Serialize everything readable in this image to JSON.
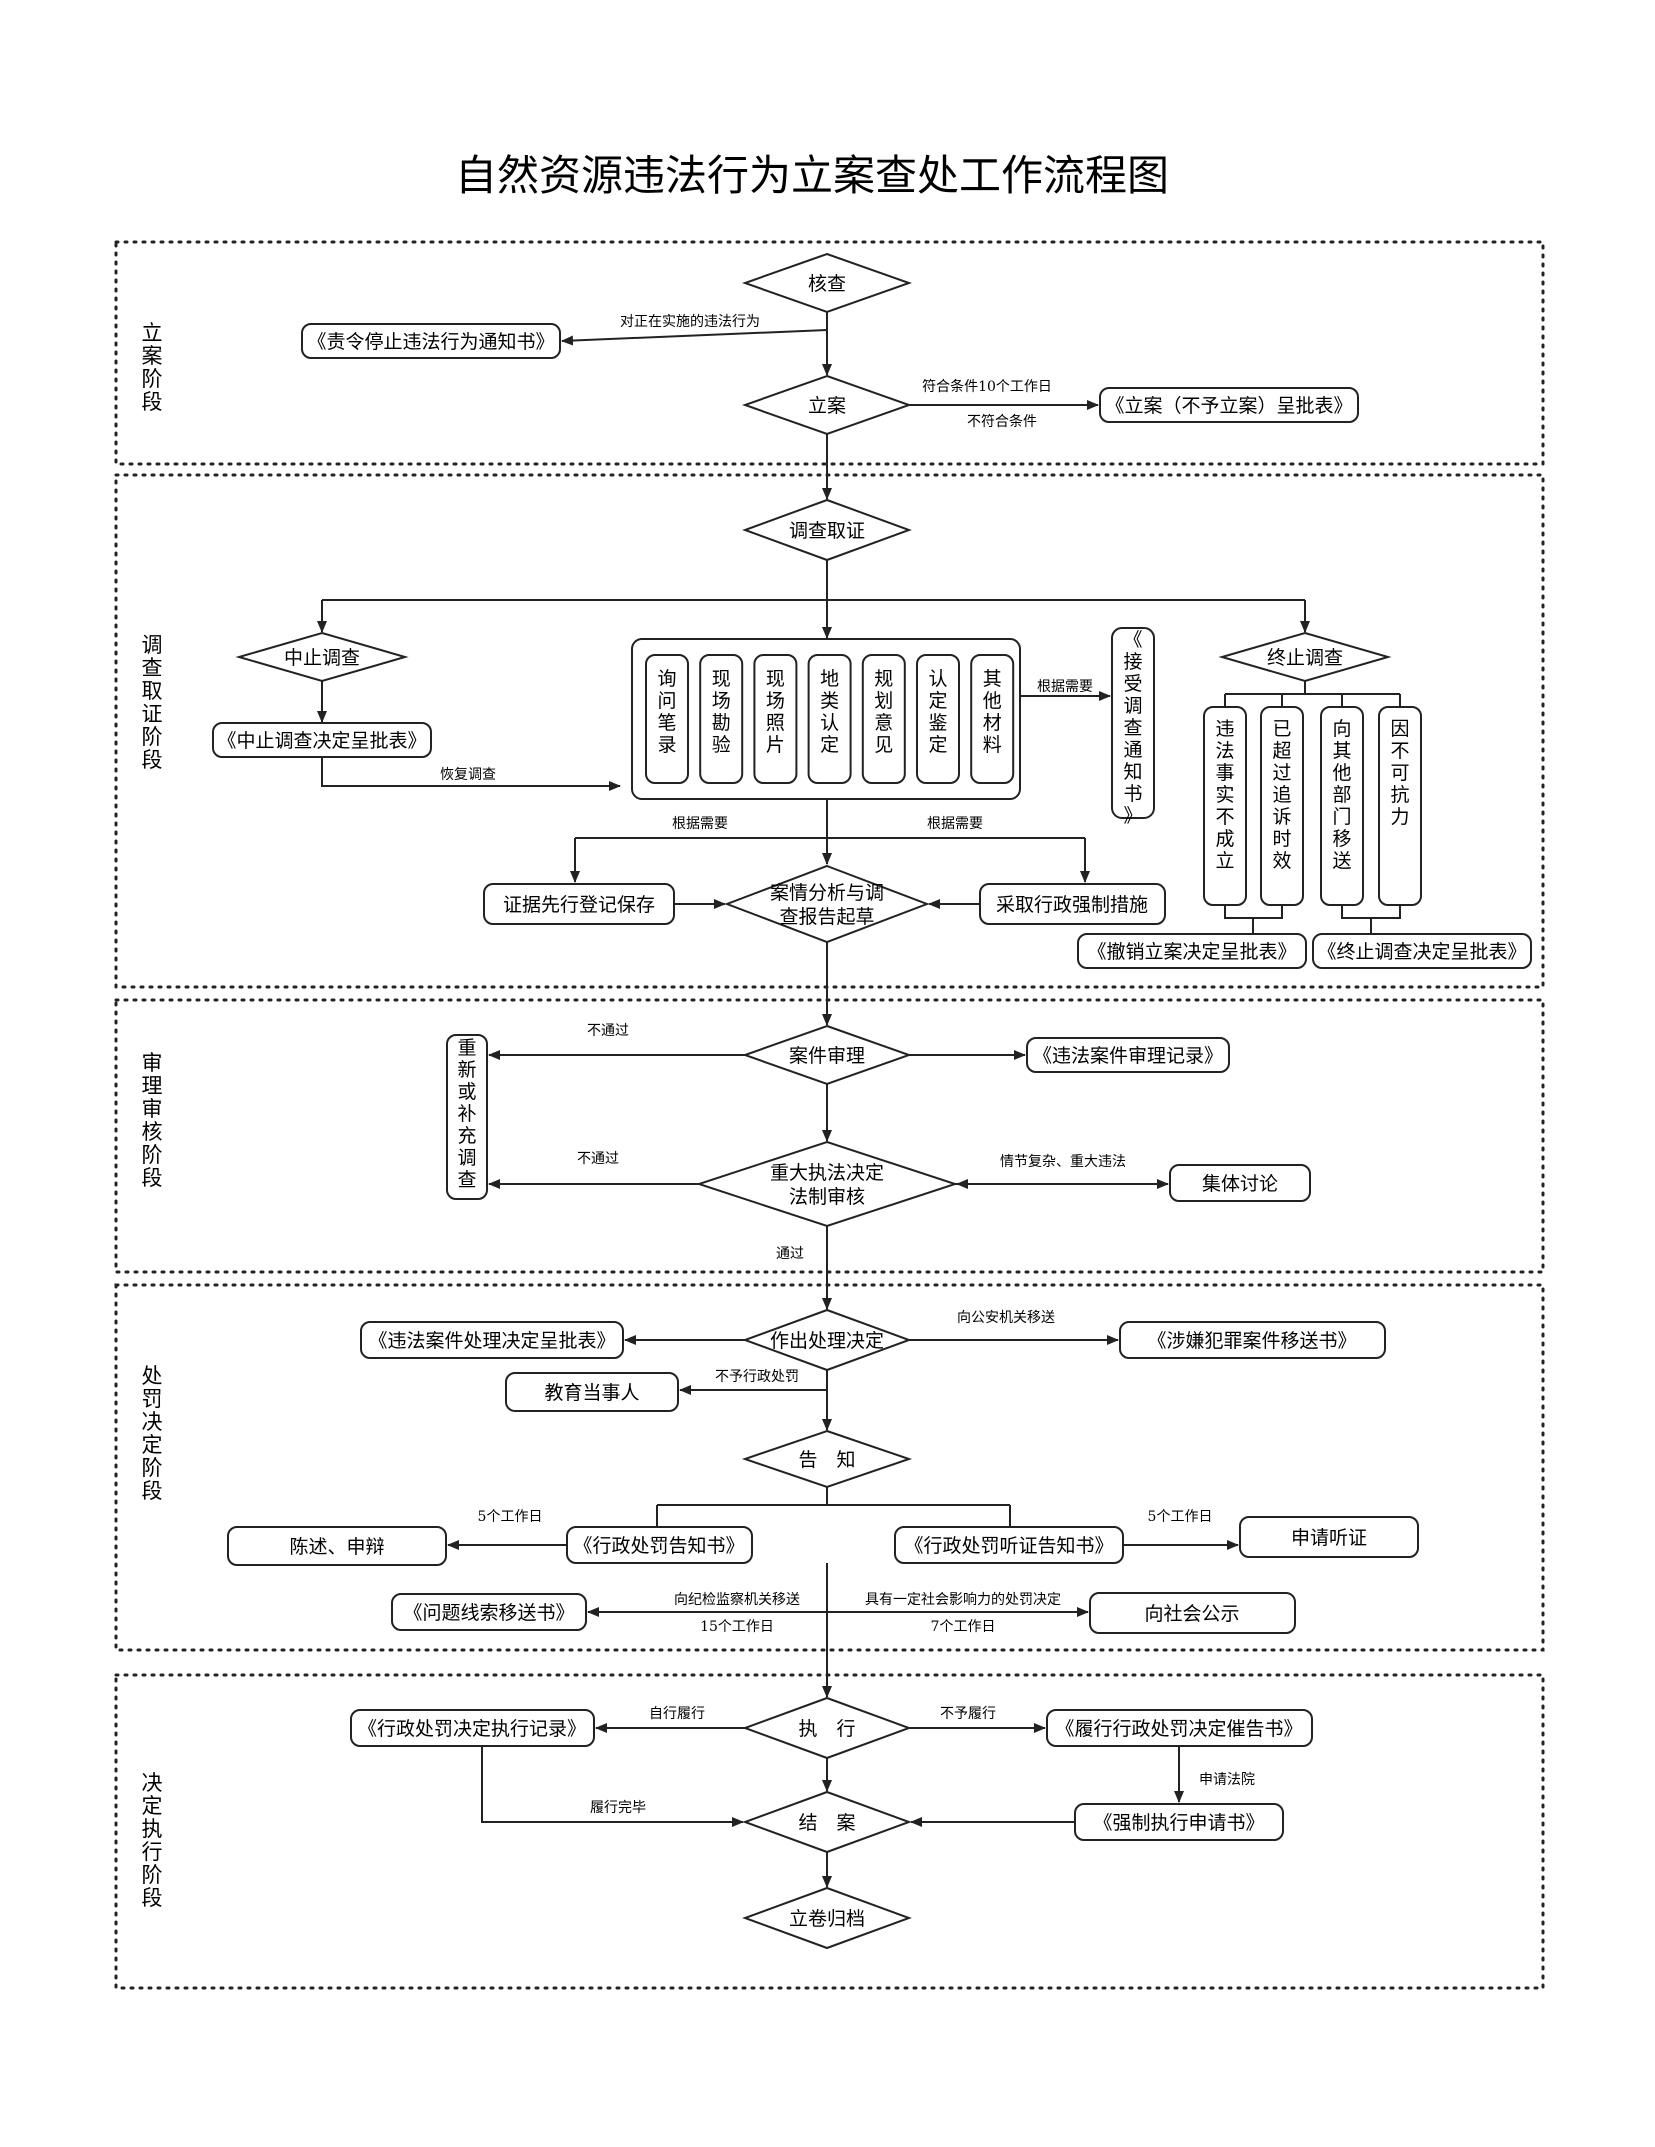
{
  "title": "自然资源违法行为立案查处工作流程图",
  "stages": [
    "立案阶段",
    "调查取证阶段",
    "审理审核阶段",
    "处罚决定阶段",
    "决定执行阶段"
  ],
  "nodes": {
    "hecha": "核查",
    "zeling": "《责令停止违法行为通知书》",
    "lian": "立案",
    "lian_chengpi": "《立案（不予立案）呈批表》",
    "diaocha_quzheng": "调查取证",
    "zhongzhi_diaocha": "中止调查",
    "zhongzhi_chengpi": "《中止调查决定呈批表》",
    "evidence": [
      "询问笔录",
      "现场勘验",
      "现场照片",
      "地类认定",
      "规划意见",
      "认定鉴定",
      "其他材料"
    ],
    "jieshou": "《接受调查通知书》",
    "zhongzhi_end": "终止调查",
    "reasons": [
      "违法事实不成立",
      "已超过追诉时效",
      "向其他部门移送",
      "因不可抗力"
    ],
    "chexiao": "《撤销立案决定呈批表》",
    "zhongzhi_jueding": "《终止调查决定呈批表》",
    "zhengju": "证据先行登记保存",
    "anqing": "案情分析与调查报告起草",
    "caiqu": "采取行政强制措施",
    "chongxin": "重新或补充调查",
    "anjian_shenli": "案件审理",
    "shenli_jilu": "《违法案件审理记录》",
    "zhongda": "重大执法决定法制审核",
    "jiti": "集体讨论",
    "zuochu": "作出处理决定",
    "chuli_chengpi": "《违法案件处理决定呈批表》",
    "shexian": "《涉嫌犯罪案件移送书》",
    "jiaoyu": "教育当事人",
    "gaozhi": "告　知",
    "chenshu": "陈述、申辩",
    "gaozhi_shu": "《行政处罚告知书》",
    "tingzheng_shu": "《行政处罚听证告知书》",
    "shenqing_tingzheng": "申请听证",
    "wenti": "《问题线索移送书》",
    "gongshi": "向社会公示",
    "zhixing_jilu": "《行政处罚决定执行记录》",
    "zhixing": "执　行",
    "cuigao": "《履行行政处罚决定催告书》",
    "jiean": "结　案",
    "qiangzhi": "《强制执行申请书》",
    "guidang": "立卷归档"
  },
  "labels": {
    "zhengzai": "对正在实施的违法行为",
    "fuhe": "符合条件10个工作日",
    "bufuhe": "不符合条件",
    "huifu": "恢复调查",
    "genju": "根据需要",
    "butongguo": "不通过",
    "qingjie": "情节复杂、重大违法",
    "tongguo": "通过",
    "gongan": "向公安机关移送",
    "buyu_chufa": "不予行政处罚",
    "wugeri": "5个工作日",
    "jijian": "向纪检监察机关移送",
    "shiwu": "15个工作日",
    "shehui_yingxiang": "具有一定社会影响力的处罚决定",
    "qigeri": "7个工作日",
    "zixing": "自行履行",
    "buyu_lvxing": "不予履行",
    "shenqing_fayuan": "申请法院",
    "lvxing_wanbi": "履行完毕"
  }
}
